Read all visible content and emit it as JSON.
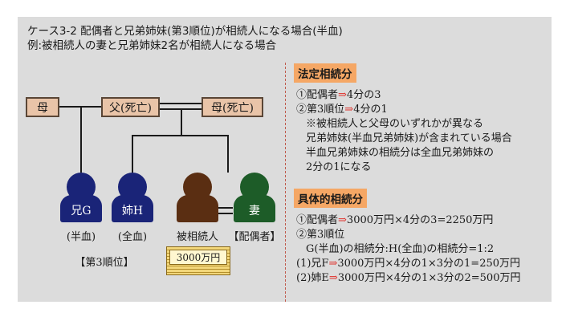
{
  "header": {
    "title": "ケース3-2 配偶者と兄弟姉妹(第3順位)が相続人になる場合(半血)",
    "subtitle": "例:被相続人の妻と兄弟姉妹2名が相続人になる場合"
  },
  "family": {
    "mother_box": "母",
    "father_box": "父(死亡)",
    "stepmother_box": "母(死亡)",
    "sibling_g": {
      "icon_text": "兄G",
      "caption": "(半血)"
    },
    "sibling_h": {
      "icon_text": "姉H",
      "caption": "(全血)"
    },
    "deceased": {
      "caption": "被相続人"
    },
    "spouse": {
      "icon_text": "妻",
      "caption": "【配偶者】"
    },
    "rank_label": "【第3順位】",
    "money_label": "3000万円"
  },
  "legal_share": {
    "title": "法定相続分",
    "spouse_line": {
      "prefix": "①配偶者",
      "arrow": "⇒",
      "suffix": "4分の3"
    },
    "sibling_line": {
      "prefix": "②第3順位",
      "arrow": "⇒",
      "suffix": "4分の1"
    },
    "notes": [
      "※被相続人と父母のいずれかが異なる",
      "兄弟姉妹(半血兄弟姉妹)が含まれている場合",
      "半血兄弟姉妹の相続分は全血兄弟姉妹の",
      "2分の1になる"
    ]
  },
  "concrete_share": {
    "title": "具体的相続分",
    "spouse_line": {
      "prefix": "①配偶者",
      "arrow": "⇒",
      "suffix": "3000万円×4分の3=2250万円"
    },
    "rank_line": "②第3順位",
    "ratio_line": "G(半血)の相続分:H(全血)の相続分=1:2",
    "g_line": {
      "prefix": "(1)兄F",
      "arrow": "⇒",
      "suffix": "3000万円×4分の1×3分の1=250万円"
    },
    "h_line": {
      "prefix": "(2)姉E",
      "arrow": "⇒",
      "suffix": "3000万円×4分の1×3分の2=500万円"
    }
  },
  "colors": {
    "box_fill": "#e9c4a8",
    "title_highlight": "#f5a765",
    "arrow": "#e0302a",
    "sibling_icon": "#1a2478",
    "deceased_icon": "#5a2e12",
    "spouse_icon": "#1d5c28"
  }
}
